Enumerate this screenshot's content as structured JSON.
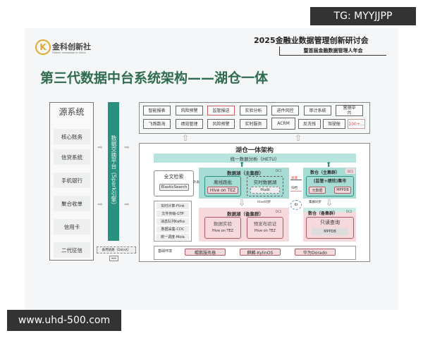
{
  "watermarks": {
    "top": "TG: MYYJJPP",
    "bottom": "www.uhd-500.com"
  },
  "logo": {
    "name": "金科创新社",
    "tagline": "Fintech innovation in China"
  },
  "conference": {
    "title": "2025金融业数据管理创新研讨会",
    "subtitle": "暨首届金融数据管理人年会"
  },
  "title": "第三代数据中台系统架构——湖仓一体",
  "source": {
    "title": "源系统",
    "items": [
      "核心账务",
      "信贷系统",
      "手机银行",
      "聚合收单",
      "信用卡",
      "二代征信"
    ]
  },
  "exchange": {
    "label": "数据交换平台（Spark引擎）",
    "backup": "备用链路（DataX）",
    "nas": "NAS"
  },
  "apps": {
    "row1": [
      "智能报表",
      "风险预警",
      "监管报送",
      "实验分析",
      "进件风控",
      "审计系统",
      "营销中台"
    ],
    "row2": [
      "飞燕数海",
      "绩效管理",
      "风险预警",
      "实时服务",
      "ACRM",
      "反洗钱",
      "驾驶舱",
      "100+..."
    ]
  },
  "lakehouse": {
    "title": "湖仓一体架构",
    "hetu": "统一数据分析（HETU）",
    "search": {
      "title": "全文检索",
      "engine": "ElasticSearch",
      "link": "外表"
    },
    "lake_main": {
      "title": "数据湖（主集群）",
      "dc": "DC1",
      "batch": "离线跑批",
      "batch_engine": "Hive on TEZ",
      "realtime": "实时数据湖",
      "realtime_engine": "Hudi"
    },
    "wh_main": {
      "title": "数仓（主集群）",
      "dc": "DC1",
      "mart": "(监管+绩效)集市",
      "meta": "元数据",
      "mppdb": "MPPDB"
    },
    "push": "加速",
    "back": "归档",
    "hive_sync": "Hive同步",
    "dr": "dr",
    "cluster_sync": "集群同步",
    "lake_backup": {
      "title": "数据湖（备集群）",
      "dc": "DC2",
      "exp": "数据实验",
      "exp_engine": "Hive on TEZ",
      "pre": "预发布验证",
      "pre_engine": "Hive on TEZ"
    },
    "wh_backup": {
      "title": "数仓（备集群）",
      "dc": "DC2",
      "ro": "只读查询",
      "ro_engine": "MPPDB"
    },
    "tools": [
      "实时计算-Flink",
      "文件传输-GTP",
      "消息队列Kafka",
      "数据采集-CDC",
      "统一调度-Moia"
    ],
    "infra": {
      "label": "基础环境",
      "items": [
        "鲲鹏服务器",
        "麒麟-KylinOS",
        "华为Dorado"
      ]
    }
  },
  "colors": {
    "title": "#2e6b4f",
    "teal": "#2a9080",
    "lake": "#a6dcd4",
    "backup": "#f6d9dc"
  }
}
